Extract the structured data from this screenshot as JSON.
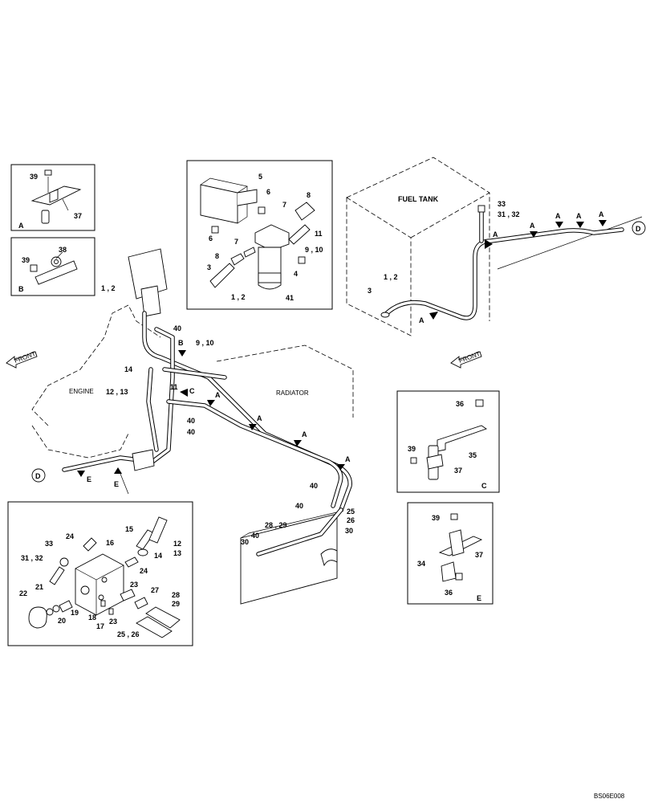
{
  "drawing_code": "BS06E008",
  "labels": {
    "fuel_tank": "FUEL TANK",
    "engine": "ENGINE",
    "radiator": "RADIATOR",
    "front": "FRONT",
    "view_A": "A",
    "view_B": "B",
    "view_C": "C",
    "view_D": "D",
    "view_E": "E"
  },
  "callouts": {
    "c1_2": "1 , 2",
    "c3": "3",
    "c4": "4",
    "c5": "5",
    "c6": "6",
    "c7": "7",
    "c8": "8",
    "c9_10": "9 , 10",
    "c11": "11",
    "c12_13": "12 , 13",
    "c12": "12",
    "c13": "13",
    "c14": "14",
    "c15": "15",
    "c16": "16",
    "c17": "17",
    "c18": "18",
    "c19": "19",
    "c20": "20",
    "c21": "21",
    "c22": "22",
    "c23": "23",
    "c24": "24",
    "c25": "25",
    "c26": "26",
    "c25_26": "25 , 26",
    "c27": "27",
    "c28": "28",
    "c29": "29",
    "c28_29": "28 , 29",
    "c30": "30",
    "c31_32": "31 , 32",
    "c33": "33",
    "c34": "34",
    "c35": "35",
    "c36": "36",
    "c37": "37",
    "c38": "38",
    "c39": "39",
    "c40": "40",
    "c41": "41"
  }
}
